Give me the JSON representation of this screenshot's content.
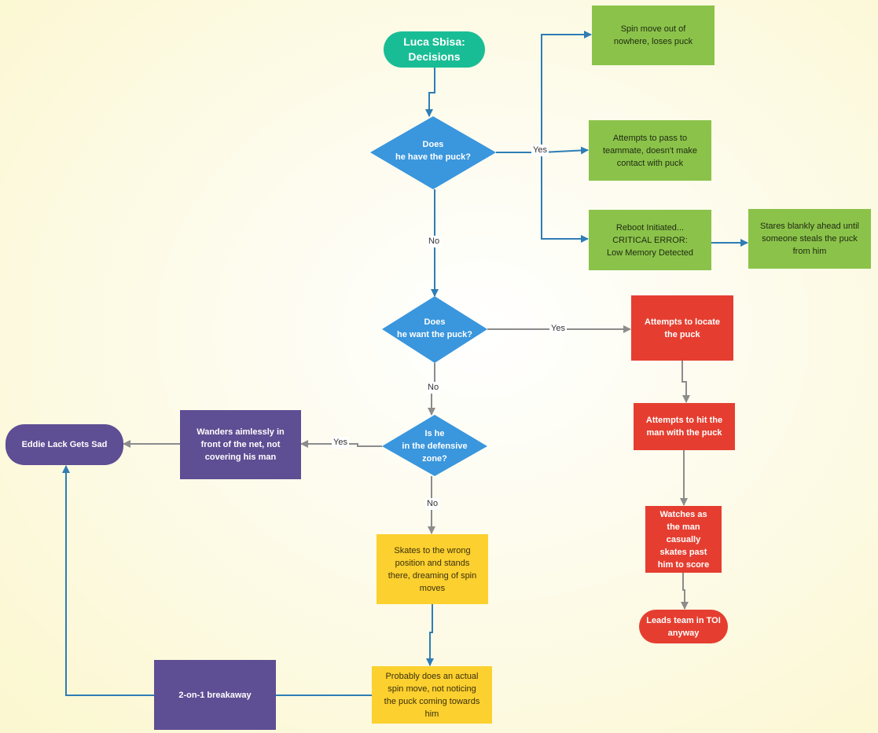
{
  "start": {
    "text": "Luca Sbisa:\nDecisions"
  },
  "q1": {
    "text": "Does\nhe have  the puck?"
  },
  "q2": {
    "text": "Does\nhe want  the puck?"
  },
  "q3": {
    "text": "Is he\nin the defensive\nzone?"
  },
  "green1": {
    "text": "Spin move out of\nnowhere, loses puck"
  },
  "green2": {
    "text": "Attempts to pass to\nteammate, doesn't make\ncontact with puck"
  },
  "green3": {
    "text": "Reboot Initiated...\nCRITICAL ERROR:\nLow Memory Detected"
  },
  "green4": {
    "text": "Stares blankly ahead until\nsomeone steals the puck\nfrom him"
  },
  "red1": {
    "text": "Attempts to locate\nthe puck"
  },
  "red2": {
    "text": "Attempts to hit the\nman with the puck"
  },
  "red3": {
    "text": "Watches as\nthe man\ncasually\nskates past\nhim to score"
  },
  "red4": {
    "text": "Leads team in TOI\nanyway"
  },
  "purple1": {
    "text": "Wanders aimlessly in\nfront of the net, not\ncovering his man"
  },
  "eddie": {
    "text": "Eddie Lack Gets Sad"
  },
  "yellow1": {
    "text": "Skates to the wrong\nposition and stands\nthere, dreaming of spin\nmoves"
  },
  "yellow2": {
    "text": "Probably does an actual\nspin move, not noticing\nthe puck coming towards\nhim"
  },
  "breakaway": {
    "text": "2-on-1 breakaway"
  },
  "labels": {
    "yes1": "Yes",
    "no1": "No",
    "yes2": "Yes",
    "no2": "No",
    "yes3": "Yes",
    "no3": "No"
  },
  "colors": {
    "teal": "#19bd95",
    "diamond": "#3a96dd",
    "green": "#8bc34a",
    "red": "#e53e30",
    "yellow": "#fcd02e",
    "purple": "#5e4e93",
    "blue_line": "#2e7db5",
    "gray_line": "#8c8c8c"
  }
}
